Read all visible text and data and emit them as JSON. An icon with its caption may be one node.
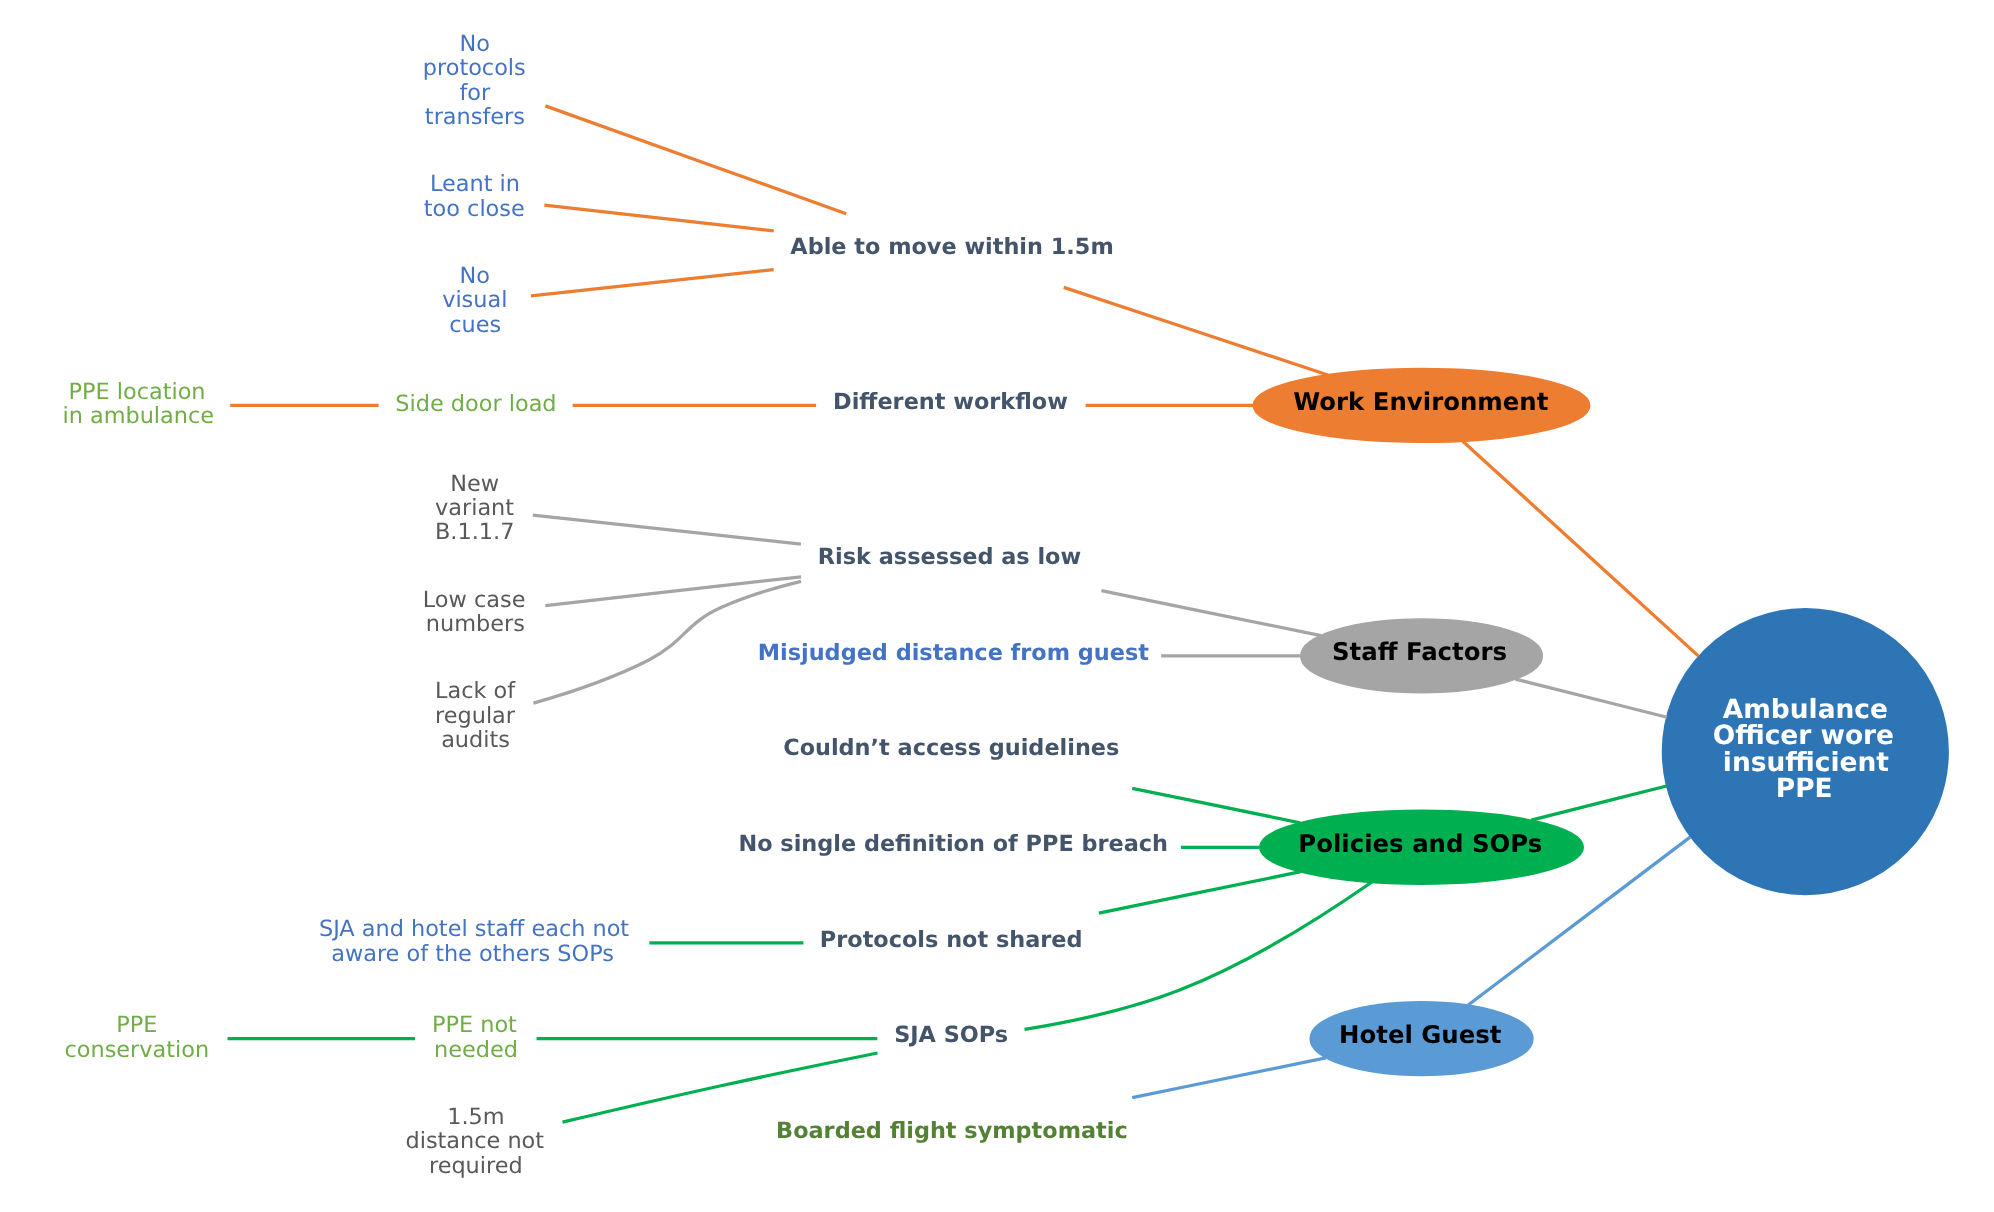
{
  "diagram": {
    "nodes": [
      {
        "text": [
          "Ambulance Officer wore insufficient PPE"
        ]
      },
      {
        "text": [
          "Work Environment"
        ]
      },
      {
        "text": [
          "Able to move within 1.5m"
        ]
      },
      {
        "text": [
          "No protocols for transfers"
        ]
      },
      {
        "text": [
          "Leant in too close"
        ]
      },
      {
        "text": [
          "No visual cues"
        ]
      },
      {
        "text": [
          "Different workflow"
        ]
      },
      {
        "text": [
          "Side door load"
        ]
      },
      {
        "text": [
          "PPE location in ambulance"
        ]
      },
      {
        "text": [
          "Staff Factors"
        ]
      },
      {
        "text": [
          "Risk assessed as low"
        ]
      },
      {
        "text": [
          "New variant B.1.1.7"
        ]
      },
      {
        "text": [
          "Low case numbers"
        ]
      },
      {
        "text": [
          "Lack of regular audits"
        ]
      },
      {
        "text": [
          "Misjudged distance from guest"
        ]
      },
      {
        "text": [
          "Policies and SOPs"
        ]
      },
      {
        "text": [
          "Couldn’t access guidelines"
        ]
      },
      {
        "text": [
          "No single definition of PPE breach"
        ]
      },
      {
        "text": [
          "Protocols not shared"
        ]
      },
      {
        "text": [
          "SJA and hotel staff each not aware of the others SOPs"
        ]
      },
      {
        "text": [
          "SJA SOPs"
        ]
      },
      {
        "text": [
          "PPE not needed"
        ]
      },
      {
        "text": [
          "PPE conservation"
        ]
      },
      {
        "text": [
          "1.5m distance not required"
        ]
      },
      {
        "text": [
          "Hotel Guest"
        ]
      },
      {
        "text": [
          "Boarded flight symptomatic"
        ]
      }
    ],
    "edges": [
      {
        "from": 1,
        "to": 0,
        "arrow": "none",
        "color": "#ed7d31"
      },
      {
        "from": 2,
        "to": 1,
        "arrow": "none",
        "color": "#ed7d31"
      },
      {
        "from": 3,
        "to": 2,
        "arrow": "none",
        "color": "#ed7d31"
      },
      {
        "from": 4,
        "to": 2,
        "arrow": "none",
        "color": "#ed7d31"
      },
      {
        "from": 5,
        "to": 2,
        "arrow": "none",
        "color": "#ed7d31"
      },
      {
        "from": 6,
        "to": 1,
        "arrow": "none",
        "color": "#ed7d31"
      },
      {
        "from": 7,
        "to": 6,
        "arrow": "none",
        "color": "#ed7d31"
      },
      {
        "from": 8,
        "to": 7,
        "arrow": "none",
        "color": "#ed7d31"
      },
      {
        "from": 9,
        "to": 0,
        "arrow": "none",
        "color": "#a5a5a5"
      },
      {
        "from": 10,
        "to": 9,
        "arrow": "none",
        "color": "#a5a5a5"
      },
      {
        "from": 11,
        "to": 10,
        "arrow": "none",
        "color": "#a5a5a5"
      },
      {
        "from": 12,
        "to": 10,
        "arrow": "none",
        "color": "#a5a5a5"
      },
      {
        "from": 13,
        "to": 10,
        "arrow": "none",
        "color": "#a5a5a5"
      },
      {
        "from": 14,
        "to": 9,
        "arrow": "none",
        "color": "#a5a5a5"
      },
      {
        "from": 15,
        "to": 0,
        "arrow": "none"
      },
      {
        "from": 16,
        "to": 15,
        "arrow": "none"
      },
      {
        "from": 17,
        "to": 15,
        "arrow": "none"
      },
      {
        "from": 18,
        "to": 15,
        "arrow": "none"
      },
      {
        "from": 19,
        "to": 18,
        "arrow": "none"
      },
      {
        "from": 20,
        "to": 15,
        "arrow": "none"
      },
      {
        "from": 21,
        "to": 20,
        "arrow": "none"
      },
      {
        "from": 22,
        "to": 21,
        "arrow": "none"
      },
      {
        "from": 23,
        "to": 20,
        "arrow": "none"
      },
      {
        "from": 24,
        "to": 0,
        "arrow": "none",
        "color": "#5b9bd5"
      },
      {
        "from": 25,
        "to": 24,
        "arrow": "none",
        "color": "#5b9bd5"
      }
    ]
  }
}
